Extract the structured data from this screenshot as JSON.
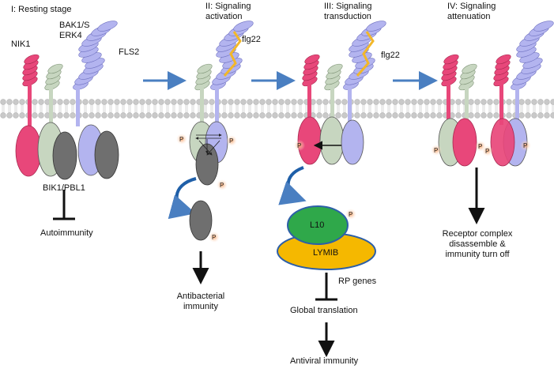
{
  "stages": {
    "s1": "I: Resting stage",
    "s2": "II: Signaling\nactivation",
    "s3": "III: Signaling\ntransduction",
    "s4": "IV: Signaling\nattenuation"
  },
  "proteins": {
    "nik1": "NIK1",
    "bak1": "BAK1/S\nERK4",
    "fls2": "FLS2",
    "flg22_a": "flg22",
    "flg22_b": "flg22",
    "bik1": "BIK1/PBL1",
    "l10": "L10",
    "lymib": "LYMIB",
    "phospho": "P"
  },
  "outcomes": {
    "autoimmunity": "Autoimmunity",
    "antibacterial": "Antibacterial\nimmunity",
    "rp_genes": "RP genes",
    "global_translation": "Global translation",
    "antiviral": "Antiviral immunity",
    "receptor_off": "Receptor complex\ndisassemble &\nimmunity turn off"
  },
  "colors": {
    "nik1": "#e8477a",
    "bak1": "#c7d6c0",
    "fls2": "#b3b4ef",
    "bik1": "#6f6f6f",
    "l10": "#2fa84a",
    "lymib": "#f5b800",
    "flg22": "#f2b72a",
    "arrow": "#4a7fc1",
    "membrane": "#c8c8c8"
  }
}
